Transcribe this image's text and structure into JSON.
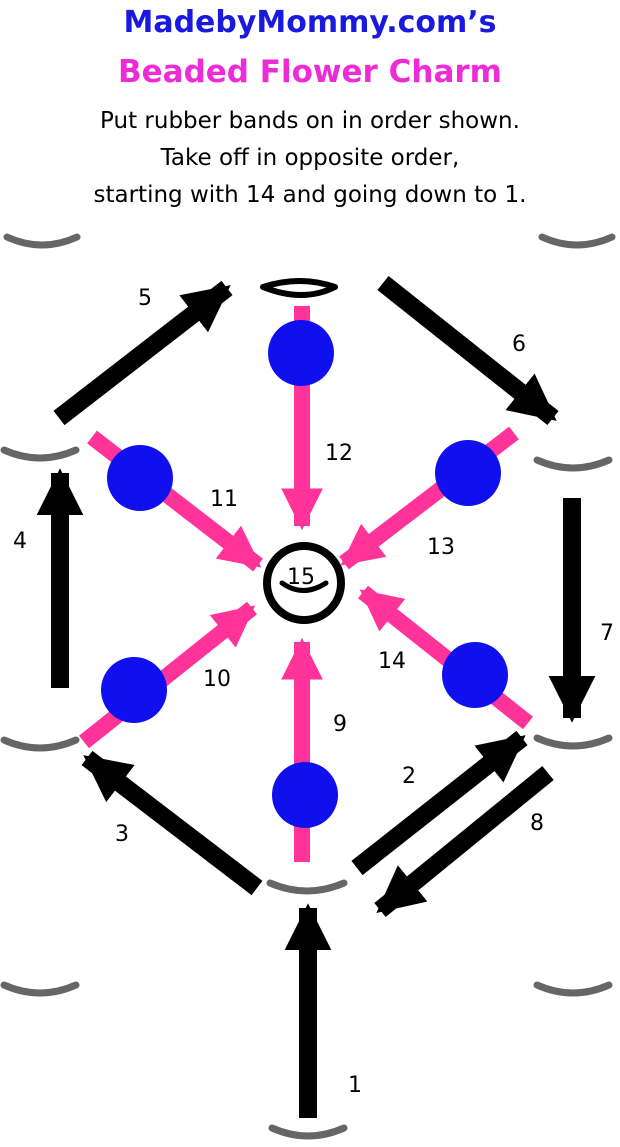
{
  "header": {
    "site": "MadebyMommy.com’s",
    "title": "Beaded Flower Charm",
    "instructions": [
      "Put rubber bands on in order shown.",
      "Take off in opposite order,",
      "starting with 14 and going down to 1."
    ]
  },
  "steps": {
    "s1": "1",
    "s2": "2",
    "s3": "3",
    "s4": "4",
    "s5": "5",
    "s6": "6",
    "s7": "7",
    "s8": "8",
    "s9": "9",
    "s10": "10",
    "s11": "11",
    "s12": "12",
    "s13": "13",
    "s14": "14",
    "s15": "15"
  },
  "colors": {
    "title": "#1a1adf",
    "subtitle": "#ee2bd6",
    "band": "#ff3399",
    "bead": "#1010ee",
    "arrow": "#000000",
    "peg": "#666666"
  }
}
